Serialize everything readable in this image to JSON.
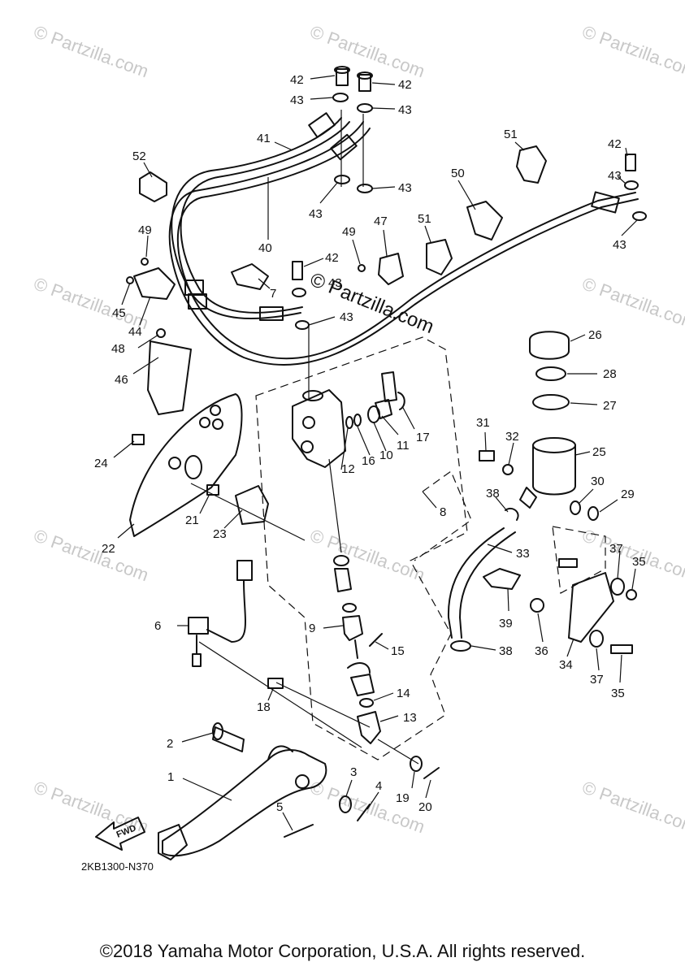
{
  "watermark": "© Partzilla.com",
  "center_watermark": "© Partzilla.com",
  "diagram_code": "2KB1300-N370",
  "fwd_label": "FWD",
  "copyright": "©2018 Yamaha Motor Corporation, U.S.A. All rights reserved.",
  "callouts": {
    "c1": "1",
    "c2": "2",
    "c3": "3",
    "c4": "4",
    "c5": "5",
    "c6": "6",
    "c7": "7",
    "c8": "8",
    "c9": "9",
    "c10": "10",
    "c11": "11",
    "c12": "12",
    "c13": "13",
    "c14": "14",
    "c15": "15",
    "c16": "16",
    "c17": "17",
    "c18": "18",
    "c19": "19",
    "c20": "20",
    "c21": "21",
    "c22": "22",
    "c23": "23",
    "c24": "24",
    "c25": "25",
    "c26": "26",
    "c27": "27",
    "c28": "28",
    "c29": "29",
    "c30": "30",
    "c31": "31",
    "c32": "32",
    "c33": "33",
    "c34": "34",
    "c35": "35",
    "c36": "36",
    "c37": "37",
    "c38": "38",
    "c39": "39",
    "c40": "40",
    "c41": "41",
    "c42": "42",
    "c43": "43",
    "c44": "44",
    "c45": "45",
    "c46": "46",
    "c47": "47",
    "c48": "48",
    "c49": "49",
    "c50": "50",
    "c51": "51",
    "c52": "52"
  }
}
